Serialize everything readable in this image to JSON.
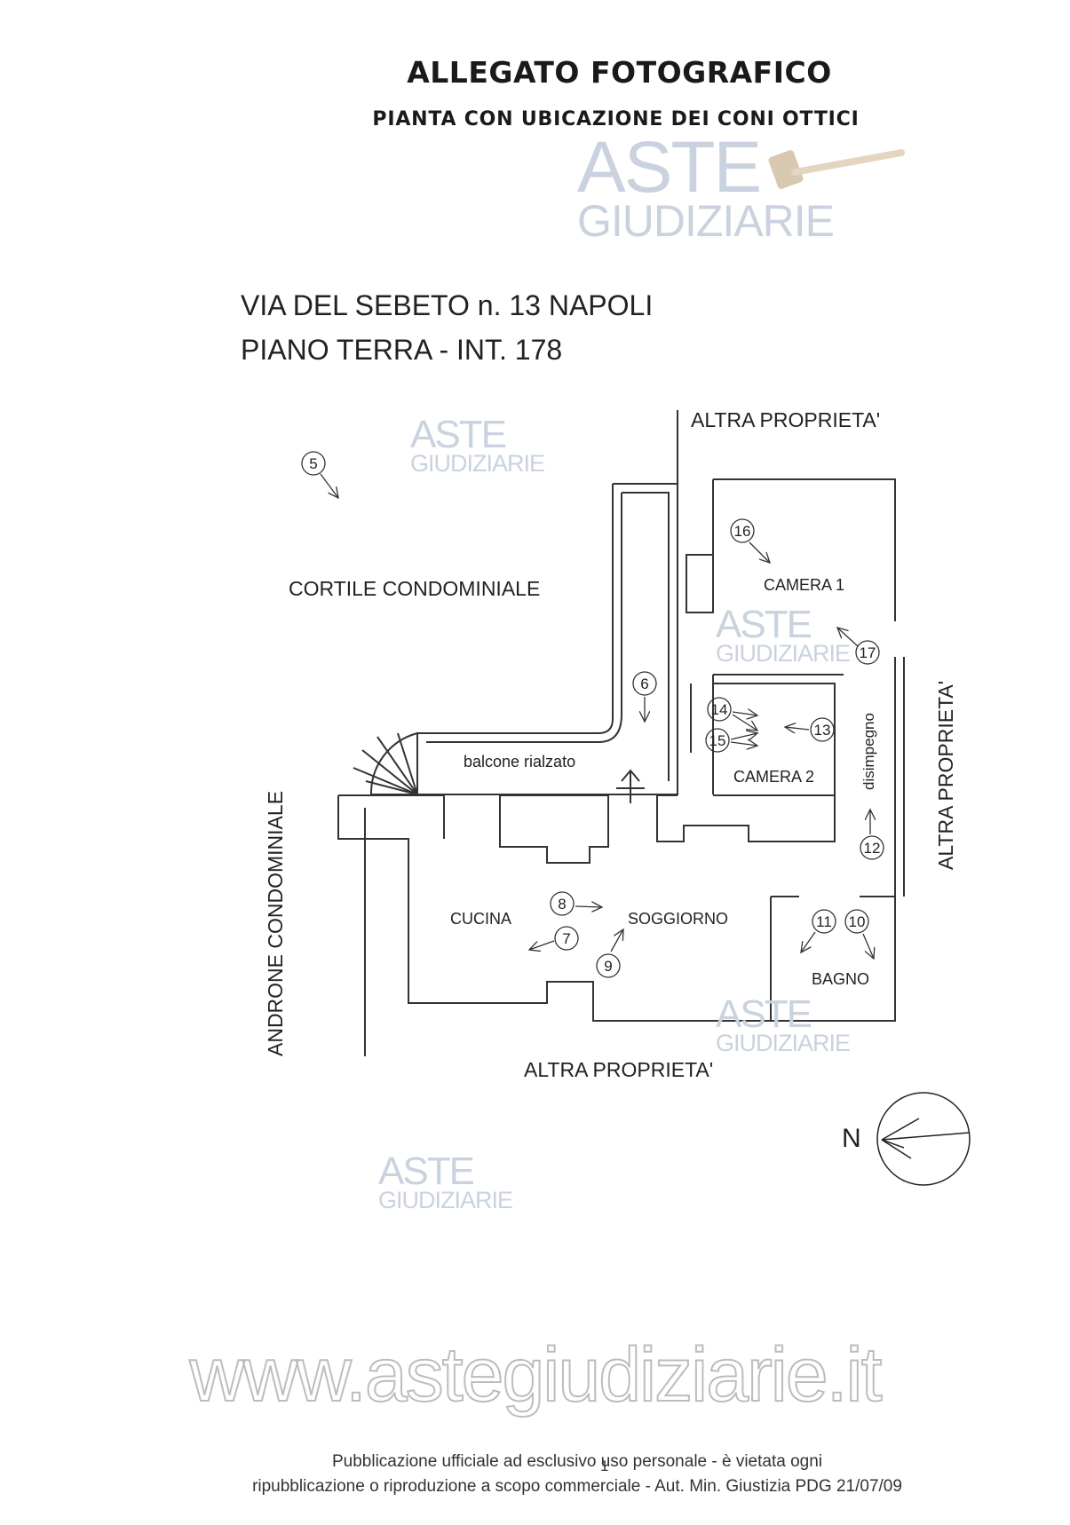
{
  "header": {
    "title": "ALLEGATO FOTOGRAFICO",
    "subtitle": "PIANTA CON UBICAZIONE DEI CONI OTTICI"
  },
  "address": {
    "line1": "VIA DEL SEBETO n. 13 NAPOLI",
    "line2": "PIANO TERRA - INT. 178"
  },
  "watermark": {
    "word1": "ASTE",
    "word2": "GIUDIZIARIE",
    "url": "www.astegiudiziarie.it"
  },
  "plan": {
    "labels": {
      "altra_top": "ALTRA PROPRIETA'",
      "altra_right": "ALTRA PROPRIETA'",
      "altra_bottom": "ALTRA PROPRIETA'",
      "androne": "ANDRONE CONDOMINIALE",
      "cortile": "CORTILE CONDOMINIALE",
      "camera1": "CAMERA 1",
      "camera2": "CAMERA 2",
      "disimpegno": "disimpegno",
      "balcone": "balcone rialzato",
      "cucina": "CUCINA",
      "soggiorno": "SOGGIORNO",
      "bagno": "BAGNO",
      "north": "N"
    },
    "viewpoints": [
      "5",
      "6",
      "7",
      "8",
      "9",
      "10",
      "11",
      "12",
      "13",
      "14",
      "15",
      "16",
      "17"
    ]
  },
  "footer": {
    "line1": "Pubblicazione ufficiale ad esclusivo uso personale - è vietata ogni",
    "line2": "ripubblicazione o riproduzione a scopo commerciale - Aut. Min. Giustizia PDG 21/07/09",
    "page_number": "1"
  }
}
